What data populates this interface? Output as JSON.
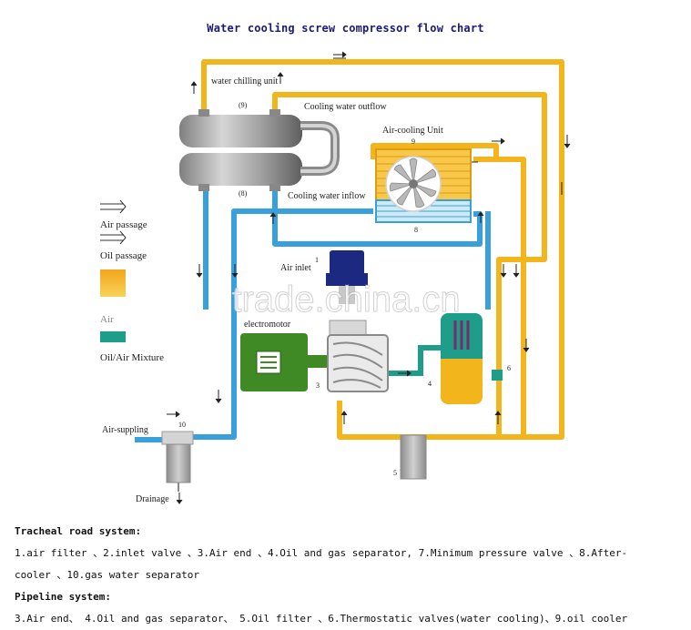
{
  "title": "Water cooling screw compressor flow chart",
  "labels": {
    "water_chilling_unit": "water chilling unit",
    "num_9_upper": "(9)",
    "num_8_lower": "(8)",
    "cooling_water_outflow": "Cooling water outflow",
    "cooling_water_inflow": "Cooling water inflow",
    "air_cooling_unit": "Air-cooling Unit",
    "air_cooling_num": "9",
    "aftercooler_num": "8",
    "air_inlet": "Air inlet",
    "air_inlet_num": "1",
    "electromotor": "electromotor",
    "air_end_num": "3",
    "separator_num": "4",
    "valve_num": "6",
    "air_supplying": "Air-suppling",
    "gws_num": "10",
    "oil_filter_num": "5",
    "drainage": "Drainage"
  },
  "legend": {
    "air_passage": "Air passage",
    "oil_passage": "Oil passage",
    "air_partial": "Air",
    "oil_air_mixture": "Oil/Air Mixture"
  },
  "watermark": "trade.china.cn",
  "colors": {
    "oil": "#f2b61c",
    "water": "#3aa0dc",
    "mixture": "#1e9e8a",
    "motor": "#3f8a24",
    "inlet": "#1b2a80",
    "grey": "#b0b0b0",
    "title": "#1a1a7a"
  },
  "notes": {
    "tracheal_header": "Tracheal road system:",
    "tracheal_line1": "1.air filter 、2.inlet valve 、3.Air end 、4.Oil and gas separator, 7.Minimum pressure valve 、8.After-",
    "tracheal_line2": "cooler 、10.gas water separator",
    "pipeline_header": "Pipeline system:",
    "pipeline_line1": "3.Air end、 4.Oil and gas separator、 5.Oil filter 、6.Thermostatic valves(water cooling)、9.oil cooler"
  }
}
